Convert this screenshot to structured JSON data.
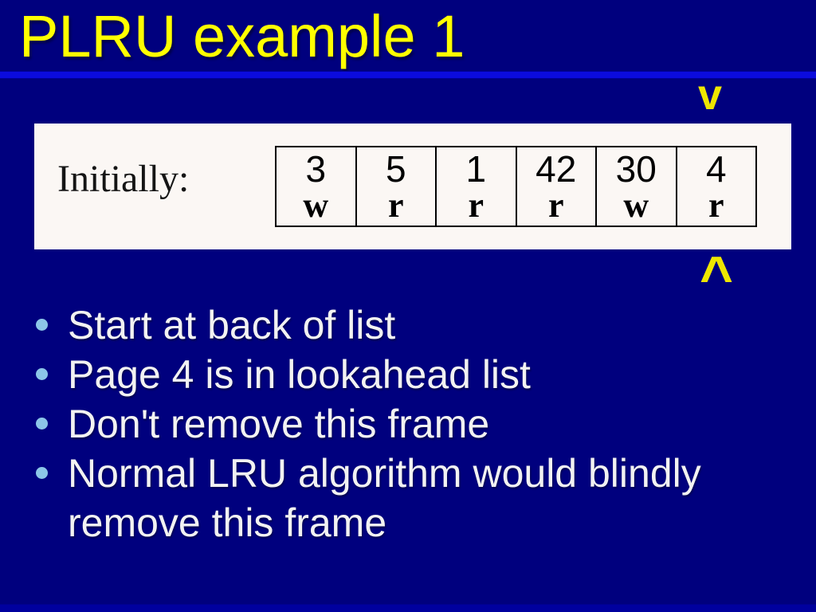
{
  "slide": {
    "title": "PLRU example 1",
    "pointer_top": "v",
    "pointer_bottom": "^",
    "figure": {
      "label": "Initially:",
      "frames": [
        {
          "page": "3",
          "flag": "w"
        },
        {
          "page": "5",
          "flag": "r"
        },
        {
          "page": "1",
          "flag": "r"
        },
        {
          "page": "42",
          "flag": "r"
        },
        {
          "page": "30",
          "flag": "w"
        },
        {
          "page": "4",
          "flag": "r"
        }
      ]
    },
    "bullets": [
      "Start at back of list",
      "Page 4 is in lookahead list",
      "Don't remove this frame",
      "Normal LRU algorithm would blindly remove this frame"
    ],
    "colors": {
      "background": "#00007E",
      "title_text": "#FFFF00",
      "title_rule": "#0B0BDE",
      "panel_background": "#FBF7F4",
      "table_border": "#000000",
      "pointer_marker": "#EFE600",
      "bullet_dot": "#8CC6E8",
      "bullet_text": "#F2F2F2",
      "bottom_rule": "#00009E"
    }
  }
}
